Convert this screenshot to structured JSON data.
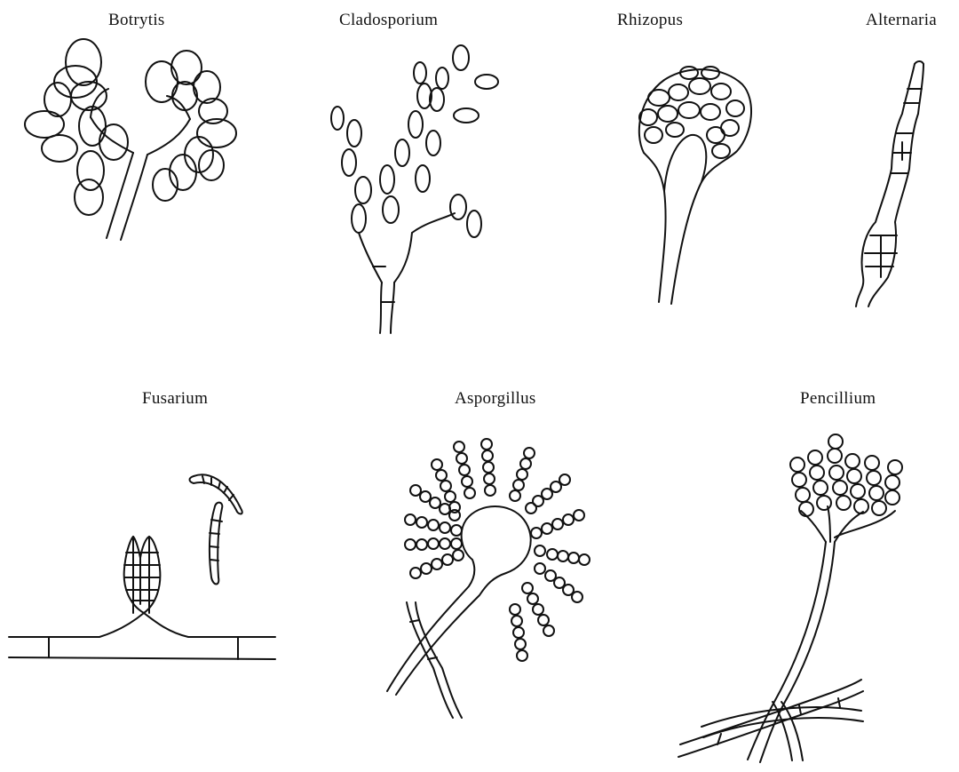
{
  "labels": {
    "botrytis": "Botrytis",
    "cladosporium": "Cladosporium",
    "rhizopus": "Rhizopus",
    "alternaria": "Alternaria",
    "fusarium": "Fusarium",
    "asporgillus": "Asporgillus",
    "pencillium": "Pencillium"
  },
  "colors": {
    "ink": "#111111",
    "background": "#ffffff"
  }
}
